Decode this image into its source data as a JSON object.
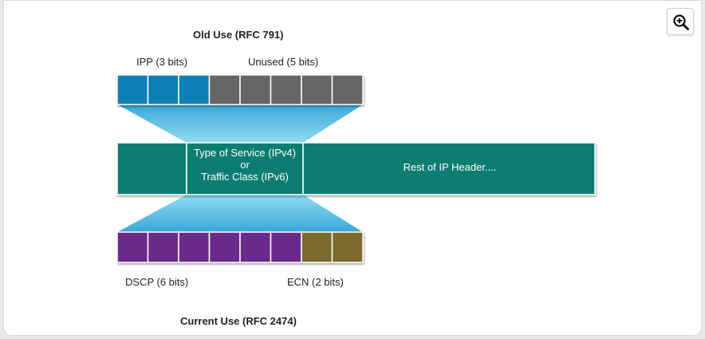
{
  "titles": {
    "old_use": "Old Use (RFC 791)",
    "current_use": "Current Use (RFC 2474)"
  },
  "old_fields": {
    "ipp": "IPP (3 bits)",
    "unused": "Unused (5 bits)"
  },
  "header": {
    "tos_line1": "Type of Service (IPv4)",
    "tos_line2": "or",
    "tos_line3": "Traffic Class (IPv6)",
    "rest": "Rest of IP Header...."
  },
  "new_fields": {
    "dscp": "DSCP (6 bits)",
    "ecn": "ECN (2 bits)"
  },
  "colors": {
    "ipp": "#0a7fb5",
    "unused": "#656565",
    "header": "#0e7d72",
    "dscp": "#6a2c8c",
    "ecn": "#7c6a2e",
    "funnel": "#5fc8e8"
  },
  "icons": {
    "zoom": "zoom-in-icon"
  }
}
